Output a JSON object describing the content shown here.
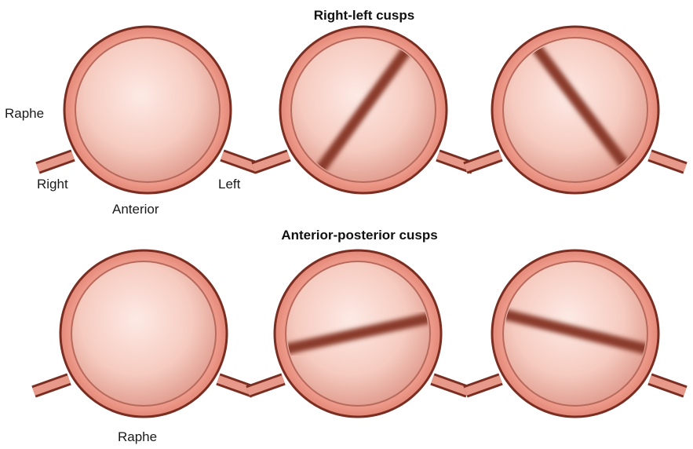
{
  "rows": [
    {
      "title": "Right-left cusps"
    },
    {
      "title": "Anterior-posterior cusps"
    }
  ],
  "labels": {
    "raphe_top": "Raphe",
    "right": "Right",
    "left": "Left",
    "anterior": "Anterior",
    "raphe_bottom": "Raphe"
  },
  "colors": {
    "ring_outer": "#7a2e22",
    "ring_fill": "#f2a494",
    "cusp_light": "#fbe2dc",
    "cusp_mid": "#eeb3a6",
    "commissure": "#8a3a2c"
  }
}
